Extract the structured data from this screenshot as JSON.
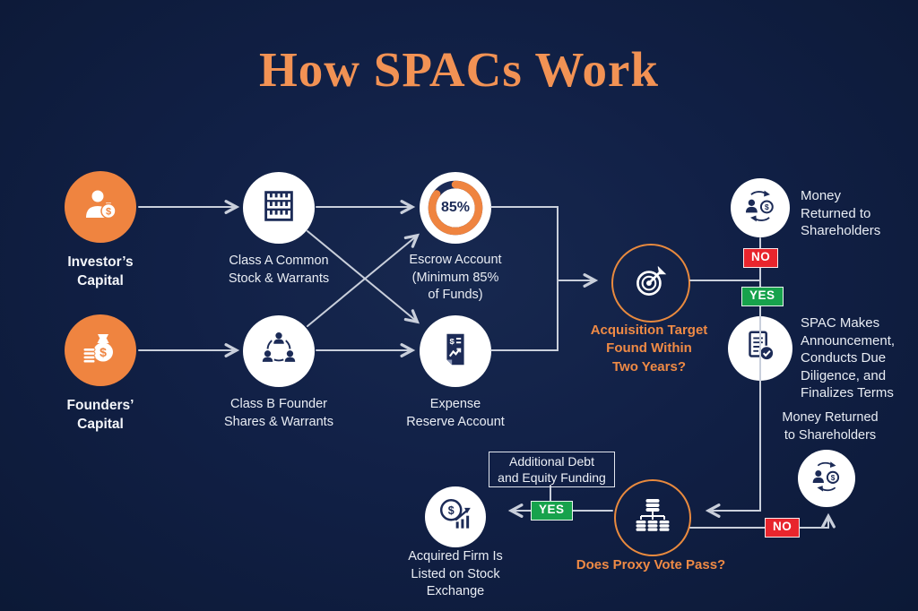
{
  "title": "How SPACs Work",
  "colors": {
    "background": "#11204 6",
    "orange": "#ef8440",
    "line": "#c9cfdb",
    "navy_icon": "#1c2b57",
    "badge_red": "#e8252d",
    "badge_green": "#17a24c"
  },
  "nodes": {
    "investors_capital": {
      "label": "Investor’s\nCapital",
      "icon": "investor-moneybag-icon"
    },
    "founders_capital": {
      "label": "Founders’\nCapital",
      "icon": "moneybag-coins-icon"
    },
    "class_a": {
      "label": "Class A Common\nStock & Warrants",
      "icon": "abacus-icon"
    },
    "class_b": {
      "label": "Class B Founder\nShares & Warrants",
      "icon": "people-network-icon"
    },
    "escrow": {
      "label": "Escrow Account\n(Minimum 85%\nof Funds)",
      "percent_label": "85%",
      "percent_value": 85,
      "icon": "donut-chart-85"
    },
    "expense": {
      "label": "Expense\nReserve Account",
      "icon": "expense-document-icon"
    },
    "acquisition": {
      "label": "Acquisition Target\nFound Within\nTwo Years?",
      "icon": "target-dart-icon"
    },
    "money_top": {
      "label": "Money\nReturned to\nShareholders",
      "icon": "money-exchange-icon"
    },
    "spac_announcement": {
      "label": "SPAC Makes\nAnnouncement,\nConducts Due\nDiligence, and\nFinalizes Terms",
      "icon": "document-check-icon"
    },
    "money_bottom": {
      "label": "Money Returned\nto Shareholders",
      "icon": "money-exchange-icon"
    },
    "proxy": {
      "label": "Does Proxy Vote Pass?",
      "icon": "database-distribution-icon"
    },
    "acquired": {
      "label": "Acquired Firm Is\nListed on Stock\nExchange",
      "icon": "coin-growth-icon"
    },
    "funding_box": {
      "label": "Additional Debt\nand Equity Funding"
    }
  },
  "badges": {
    "no_top": "NO",
    "yes_top": "YES",
    "no_bottom": "NO",
    "yes_bottom": "YES"
  }
}
